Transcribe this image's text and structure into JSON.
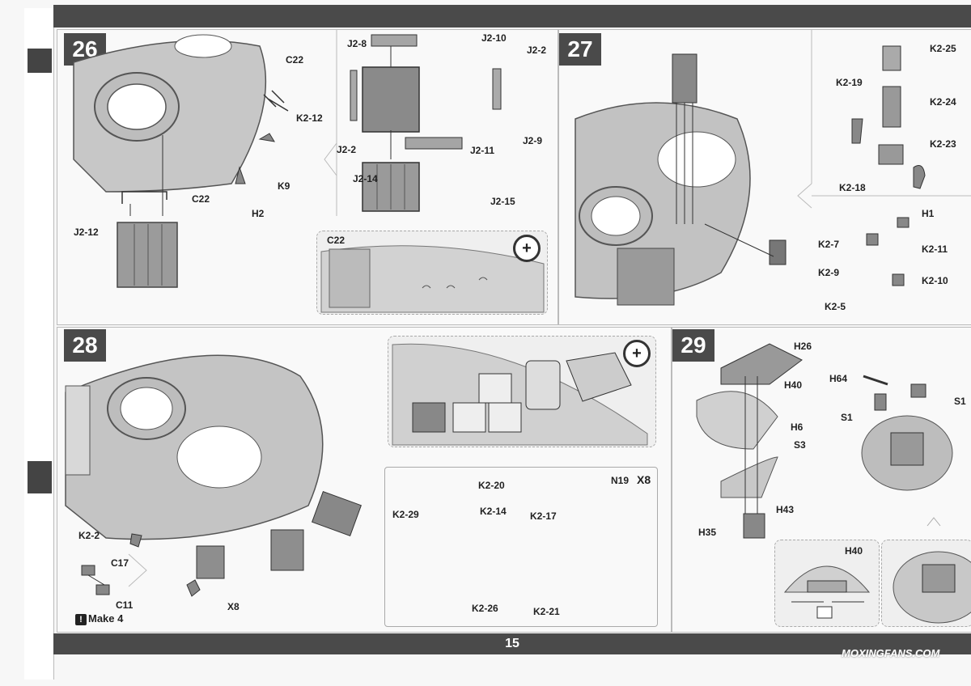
{
  "page_number": "15",
  "watermark": "MOXINGFANS.COM",
  "steps": [
    {
      "number": "26"
    },
    {
      "number": "27"
    },
    {
      "number": "28"
    },
    {
      "number": "29"
    }
  ],
  "step26": {
    "labels": [
      "C22",
      "K2-12",
      "K9",
      "C22",
      "H2",
      "J2-12",
      "J2-8",
      "J2-10",
      "J2-2",
      "J2-2",
      "J2-11",
      "J2-9",
      "J2-14",
      "J2-15",
      "C22"
    ]
  },
  "step27": {
    "labels": [
      "K2-25",
      "K2-19",
      "K2-24",
      "K2-23",
      "K2-18",
      "H1",
      "K2-7",
      "K2-11",
      "K2-9",
      "K2-10",
      "K2-5"
    ]
  },
  "step28": {
    "labels": [
      "K2-2",
      "C17",
      "C11",
      "X8",
      "K2-20",
      "K2-29",
      "K2-14",
      "K2-26",
      "N19",
      "X8",
      "K2-17",
      "K2-21"
    ],
    "make_note": "Make 4"
  },
  "step29": {
    "labels": [
      "H26",
      "H40",
      "H64",
      "S1",
      "S1",
      "H6",
      "S3",
      "H43",
      "H35",
      "H40"
    ]
  }
}
